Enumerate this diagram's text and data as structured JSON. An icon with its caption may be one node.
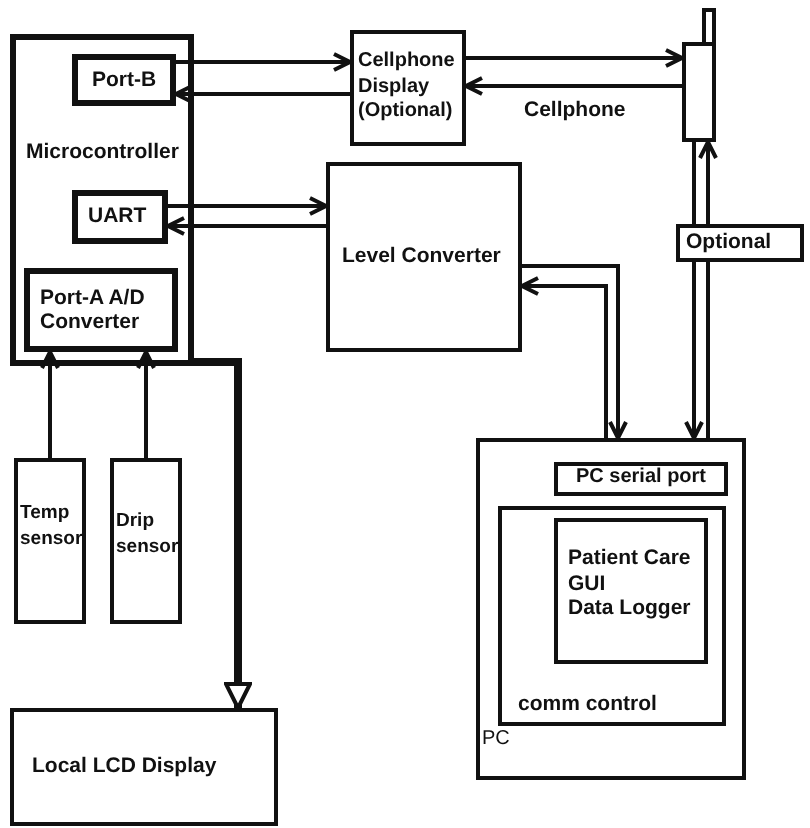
{
  "diagram": {
    "nodes": [
      {
        "text": [
          "Microcontroller"
        ]
      },
      {
        "text": [
          "Port-B"
        ],
        "in": 0
      },
      {
        "text": [
          "UART"
        ],
        "in": 0
      },
      {
        "text": [
          "Port-A A/D Converter"
        ],
        "in": 0
      },
      {
        "text": [
          "Cellphone Display (Optional)"
        ]
      },
      {
        "text": [
          "Level Converter"
        ]
      },
      {
        "text": [],
        "shape": "box",
        "beside": [
          "Cellphone"
        ]
      },
      {
        "text": [
          "Optional"
        ]
      },
      {
        "text": [
          "PC"
        ]
      },
      {
        "text": [
          "PC serial port"
        ],
        "in": 8
      },
      {
        "text": [
          "comm control"
        ],
        "in": 8
      },
      {
        "text": [
          "Patient Care",
          "GUI",
          "Data Logger"
        ],
        "in": 10
      },
      {
        "text": [
          "Temp sensor"
        ]
      },
      {
        "text": [
          "Drip sensor"
        ]
      },
      {
        "text": [
          "Local LCD Display"
        ]
      }
    ],
    "edges": [
      {
        "from": 1,
        "to": 4,
        "arrow": "to"
      },
      {
        "from": 4,
        "to": 1,
        "arrow": "to"
      },
      {
        "from": 2,
        "to": 5,
        "arrow": "to"
      },
      {
        "from": 5,
        "to": 2,
        "arrow": "to"
      },
      {
        "from": 4,
        "to": 6,
        "arrow": "to"
      },
      {
        "from": 6,
        "to": 4,
        "arrow": "to"
      },
      {
        "from": 5,
        "to": 8,
        "arrow": "to"
      },
      {
        "from": 8,
        "to": 5,
        "arrow": "to"
      },
      {
        "from": 6,
        "to": 7,
        "arrow": "none"
      },
      {
        "from": 7,
        "to": 8,
        "arrow": "to"
      },
      {
        "from": 8,
        "to": 7,
        "arrow": "none"
      },
      {
        "from": 7,
        "to": 6,
        "arrow": "to"
      },
      {
        "from": 12,
        "to": 3,
        "arrow": "to"
      },
      {
        "from": 13,
        "to": 3,
        "arrow": "to"
      },
      {
        "from": 0,
        "to": 14,
        "arrow": "to",
        "style": "thick"
      }
    ]
  }
}
